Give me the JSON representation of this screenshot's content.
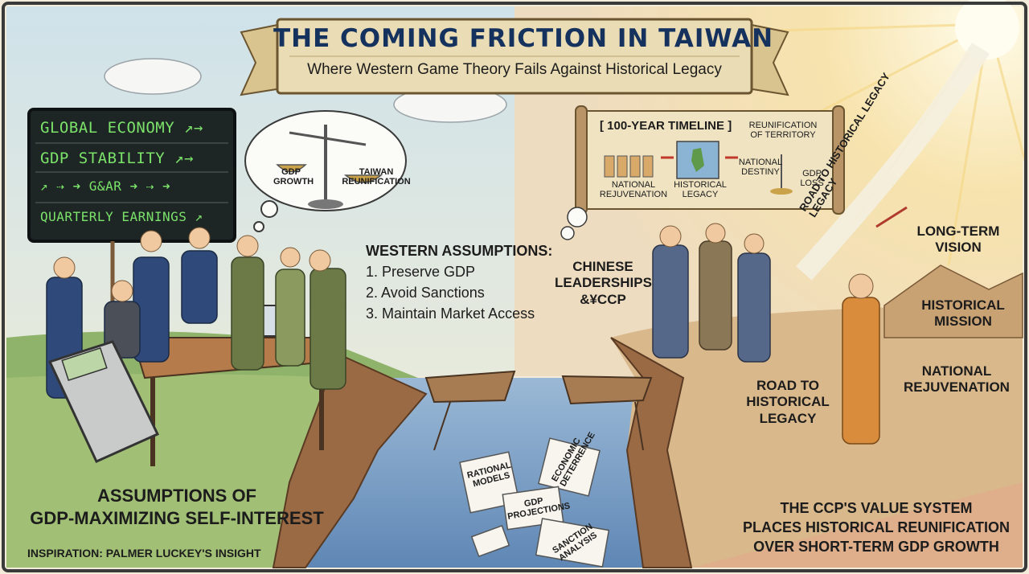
{
  "header": {
    "title": "THE COMING FRICTION IN TAIWAN",
    "subtitle": "Where Western Game Theory Fails Against Historical Legacy"
  },
  "ticker_board": {
    "lines": [
      "GLOBAL ECONOMY ↗→",
      "GDP STABILITY ↗→",
      "↗ ⇢ ➜ G&AR ➜ ⇢ ➜",
      "QUARTERLY EARNINGS ↗"
    ]
  },
  "left_thought": {
    "left_pan": "GDP\nGROWTH",
    "right_pan": "TAIWAN\nREUNIFICATION"
  },
  "western_assumptions": {
    "heading": "WESTERN ASSUMPTIONS:",
    "items": [
      "1. Preserve GDP",
      "2. Avoid Sanctions",
      "3. Maintain Market Access"
    ]
  },
  "left_caption": {
    "line1": "ASSUMPTIONS OF",
    "line2": "GDP-MAXIMIZING SELF-INTEREST"
  },
  "inspiration": "INSPIRATION: PALMER LUCKEY'S INSIGHT",
  "timeline_scroll": {
    "header": "[ 100-YEAR TIMELINE ]",
    "reunification": "REUNIFICATION\nOF TERRITORY",
    "national_rejuvenation": "NATIONAL\nREJUVENATION",
    "historical_legacy": "HISTORICAL\nLEGACY",
    "national_destiny": "NATIONAL\nDESTINY",
    "gdp_loss": "GDP\nLOSS"
  },
  "chinese_leadership": "CHINESE\nLEADERSHIPS\n&¥CCP",
  "road_sign": "ROAD TO HISTORICAL LEGACY\nLEGACY",
  "right_labels": {
    "long_term_vision": "LONG-TERM\nVISION",
    "historical_mission": "HISTORICAL\nMISSION",
    "national_rejuvenation": "NATIONAL\nREJUVENATION",
    "road_to_legacy": "ROAD TO\nHISTORICAL\nLEGACY"
  },
  "right_caption": {
    "line1": "THE CCP'S VALUE SYSTEM",
    "line2": "PLACES HISTORICAL REUNIFICATION",
    "line3": "OVER SHORT-TERM GDP GROWTH"
  },
  "falling_docs": [
    "RATIONAL\nMODELS",
    "ECONOMIC\nDETERRENCE",
    "GDP\nPROJECTIONS",
    "SANCTION\nANALYSIS"
  ],
  "colors": {
    "title_blue": "#15325e",
    "ticker_green": "#7be36a",
    "banner": "#eadcb4",
    "cliff": "#9a6a45",
    "water": "#7fa4c8"
  }
}
